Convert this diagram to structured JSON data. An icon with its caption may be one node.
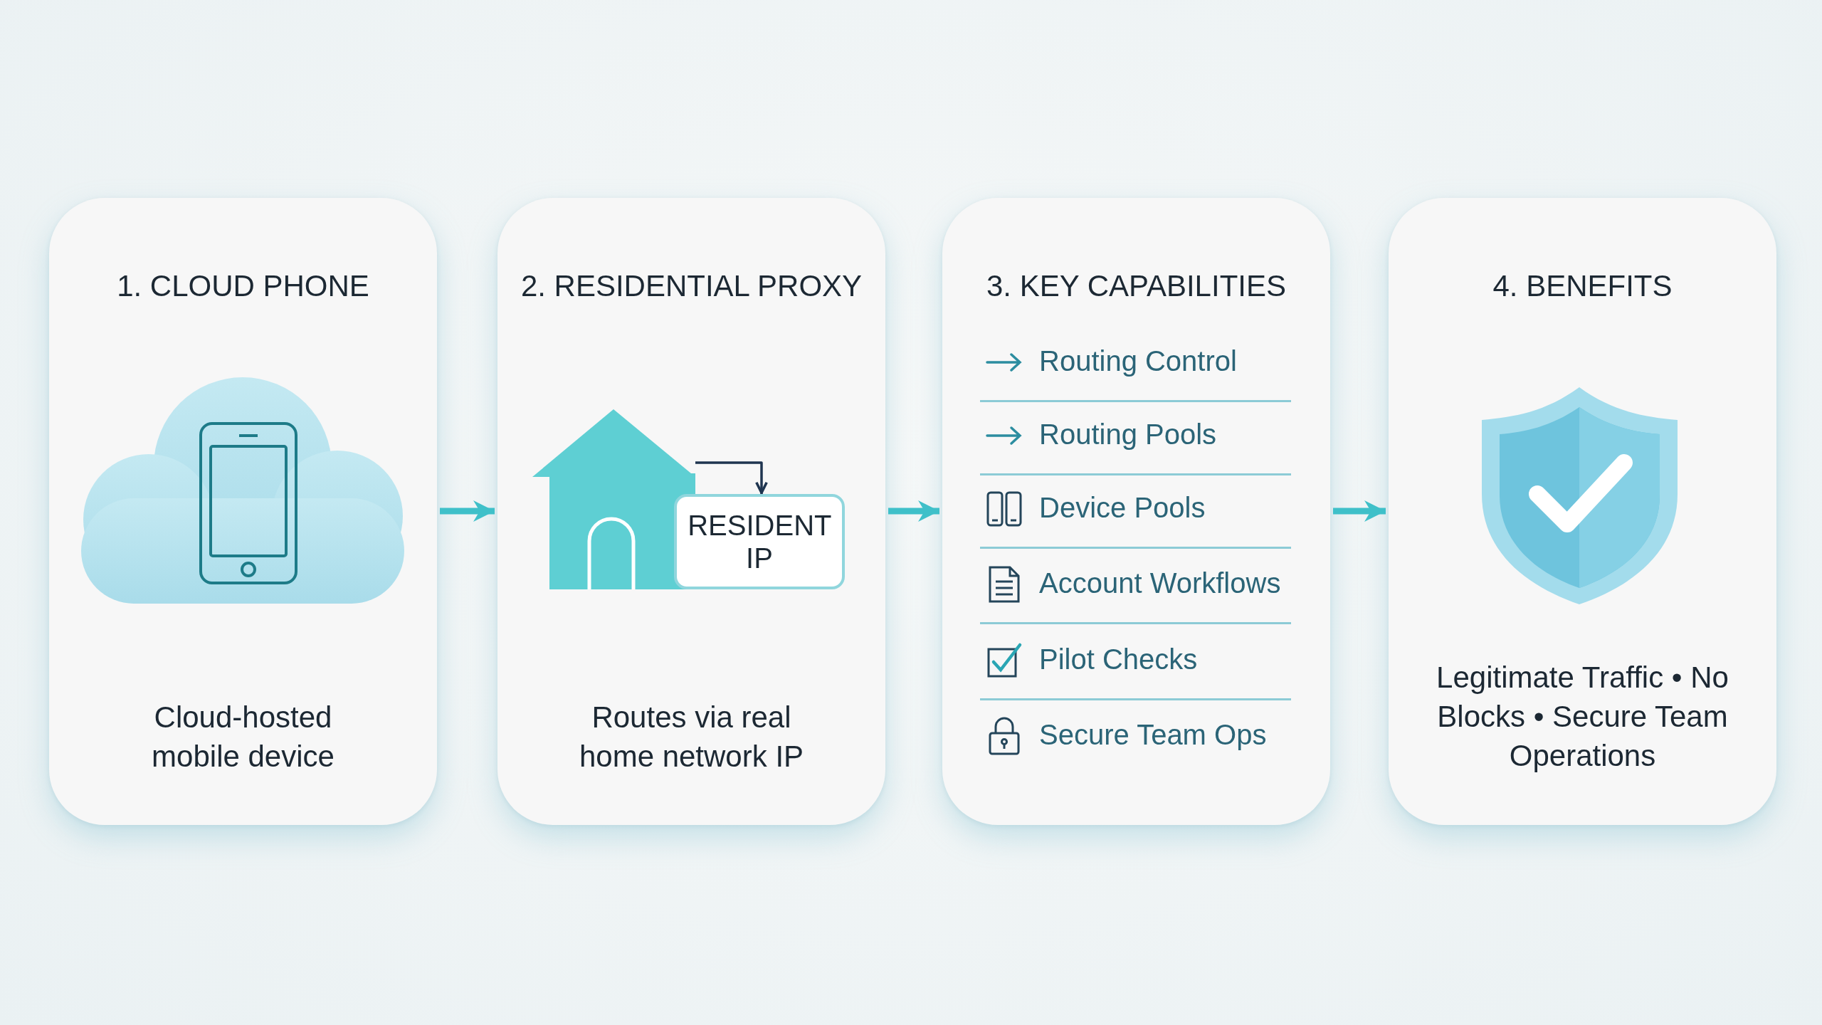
{
  "diagram": {
    "nodes": [
      {
        "text": [
          "1. CLOUD PHONE",
          "Cloud-hosted mobile device"
        ]
      },
      {
        "text": [
          "2. RESIDENTIAL PROXY",
          "Routes via real home network IP"
        ]
      },
      {
        "text": [],
        "shape": "house",
        "in": 1
      },
      {
        "text": [
          "RESIDENT IP"
        ],
        "in": 1
      },
      {
        "text": [
          "3. KEY CAPABILITIES"
        ]
      },
      {
        "text": [
          "4. BENEFITS",
          "Legitimate Traffic • No Blocks • Secure Team Operations"
        ]
      }
    ],
    "edges": [
      {
        "from": 0,
        "to": 1,
        "arrow": "to"
      },
      {
        "from": 1,
        "to": 4,
        "arrow": "to"
      },
      {
        "from": 4,
        "to": 5,
        "arrow": "to"
      },
      {
        "from": 2,
        "to": 3,
        "arrow": "to",
        "color": "#1f3550"
      }
    ],
    "labels": [
      "Routing Control",
      "Routing Pools",
      "Device Pools",
      "Account Workflows",
      "Pilot Checks",
      "Secure Team Ops"
    ]
  }
}
